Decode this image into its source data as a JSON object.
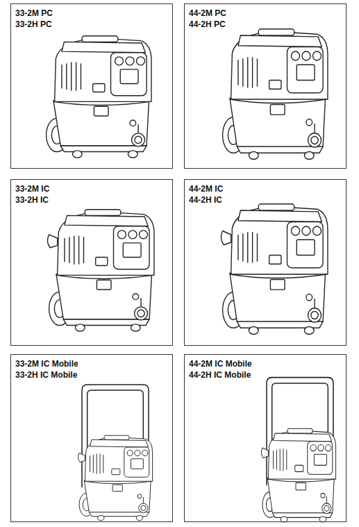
{
  "diagram": {
    "nodes": [
      {
        "text": [
          "33-2M PC",
          "33-2H PC"
        ]
      },
      {
        "text": [
          "44-2M PC",
          "44-2H PC"
        ]
      },
      {
        "text": [
          "33-2M IC",
          "33-2H IC"
        ]
      },
      {
        "text": [
          "44-2M IC",
          "44-2H IC"
        ]
      },
      {
        "text": [
          "33-2M IC Mobile",
          "33-2H IC Mobile"
        ]
      },
      {
        "text": [
          "44-2M IC Mobile",
          "44-2H IC Mobile"
        ]
      }
    ]
  }
}
